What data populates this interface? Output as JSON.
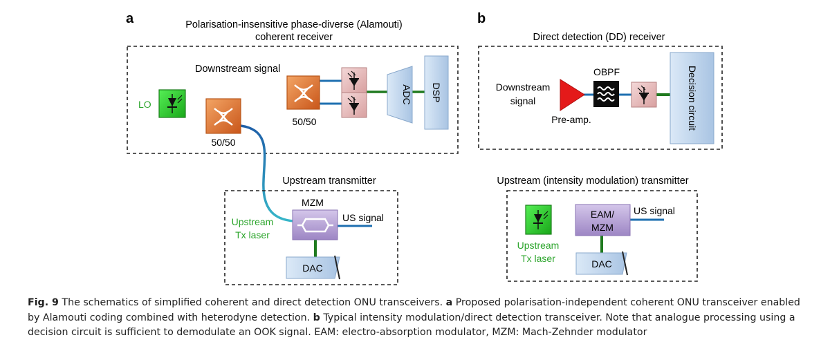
{
  "panel_a": {
    "letter": "a",
    "title_line1": "Polarisation-insensitive phase-diverse (Alamouti)",
    "title_line2": "coherent receiver",
    "downstream_signal": "Downstream signal",
    "lo": "LO",
    "coupler1_ratio": "50/50",
    "coupler2_ratio": "50/50",
    "adc": "ADC",
    "dsp": "DSP",
    "upstream_title": "Upstream transmitter",
    "mzm": "MZM",
    "us_signal": "US signal",
    "laser_line1": "Upstream",
    "laser_line2": "Tx laser",
    "dac": "DAC"
  },
  "panel_b": {
    "letter": "b",
    "title": "Direct detection (DD) receiver",
    "downstream_line1": "Downstream",
    "downstream_line2": "signal",
    "preamp": "Pre-amp.",
    "obpf": "OBPF",
    "decision": "Decision circuit",
    "upstream_title": "Upstream (intensity modulation) transmitter",
    "eam_line1": "EAM/",
    "eam_line2": "MZM",
    "us_signal": "US signal",
    "laser_line1": "Upstream",
    "laser_line2": "Tx laser",
    "dac": "DAC"
  },
  "caption": {
    "fig": "Fig. 9",
    "text1": " The schematics of simplified coherent and direct detection ONU transceivers. ",
    "a": "a",
    "text2": " Proposed polarisation-independent coherent ONU transceiver enabled by Alamouti coding combined with heterodyne detection. ",
    "b": "b",
    "text3": " Typical intensity modulation/direct detection transceiver. Note that analogue processing using a decision circuit is sufficient to demodulate an OOK signal. EAM: electro-absorption modulator, MZM: Mach-Zehnder modulator"
  },
  "colors": {
    "fiber": "#1e88b8",
    "electrical": "#1f7a1f",
    "laser_green": "#22cc22",
    "coupler_orange": "#e07a2c",
    "photodiode_pink": "#e7bcbc",
    "block_blue": "#c6daef",
    "modulator_purple": "#b9a6d6",
    "amplifier_red": "#e41a1a",
    "label_green": "#2ca52c"
  }
}
